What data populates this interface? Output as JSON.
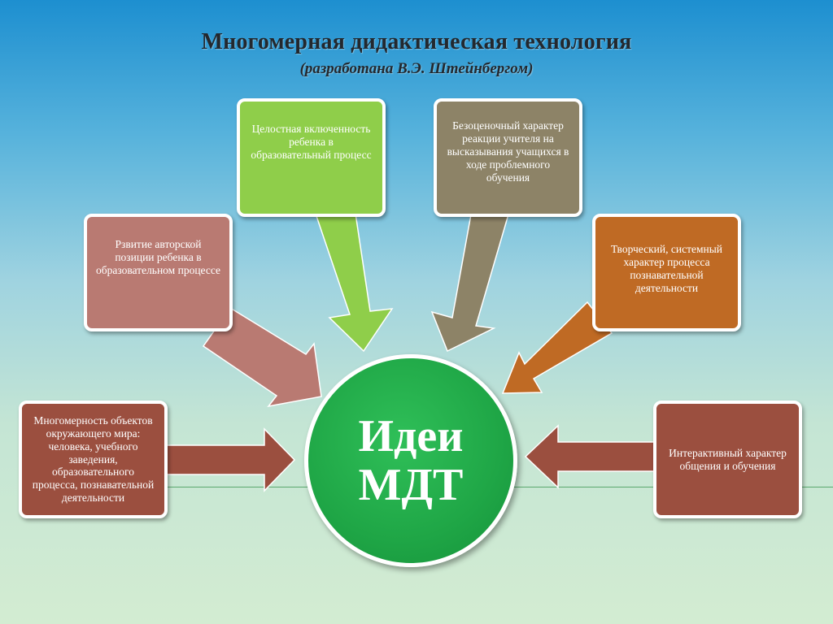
{
  "slide": {
    "title": "Многомерная дидактическая технология",
    "subtitle": "(разработана В.Э. Штейнбергом)"
  },
  "center": {
    "line1": "Идеи",
    "line2": "МДТ",
    "color": "#1fa646"
  },
  "boxes": [
    {
      "id": "multidimensional-objects",
      "text": "Многомерность объектов окружающего мира: человека, учебного заведения, образовательного процесса, познавательной деятельности",
      "color": "#9b4f3f"
    },
    {
      "id": "author-position",
      "text": "Рзвитие авторской позиции ребенка в образовательном процессе",
      "color": "#b97a72"
    },
    {
      "id": "holistic-inclusion",
      "text": "Целостная включенность ребенка в образовательный процесс",
      "color": "#8fce4a"
    },
    {
      "id": "non-evaluative-reaction",
      "text": "Безоценочный характер реакции учителя на высказывания учащихся в ходе проблемного обучения",
      "color": "#8d8367"
    },
    {
      "id": "creative-systemic",
      "text": "Творческий, системный характер процесса познавательной деятельности",
      "color": "#bf6a24"
    },
    {
      "id": "interactive-communication",
      "text": "Интерактивный характер общения и обучения",
      "color": "#9b4f3f"
    }
  ]
}
